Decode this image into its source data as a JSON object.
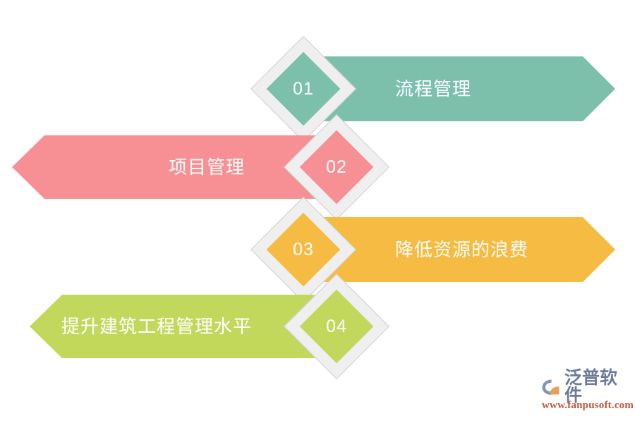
{
  "diagram": {
    "type": "chevron-process-infographic",
    "background": "#ffffff",
    "frame_color": "#efefef",
    "frame_border_color": "#cfcfcf",
    "text_color": "#ffffff",
    "steps": [
      {
        "number": "01",
        "label": "流程管理",
        "color": "#7cc0ac",
        "direction": "right"
      },
      {
        "number": "02",
        "label": "项目管理",
        "color": "#f79094",
        "direction": "left"
      },
      {
        "number": "03",
        "label": "降低资源的浪费",
        "color": "#f5bb42",
        "direction": "right"
      },
      {
        "number": "04",
        "label": "提升建筑工程管理水平",
        "color": "#c2d85c",
        "direction": "left"
      }
    ]
  },
  "watermark": {
    "brand": "泛普软件",
    "url": "www.fanpusoft.com",
    "brand_color": "#6b7b99",
    "url_color": "#c0553e",
    "mark_primary_color": "#8496b4",
    "mark_accent_color": "#e8a05a"
  }
}
